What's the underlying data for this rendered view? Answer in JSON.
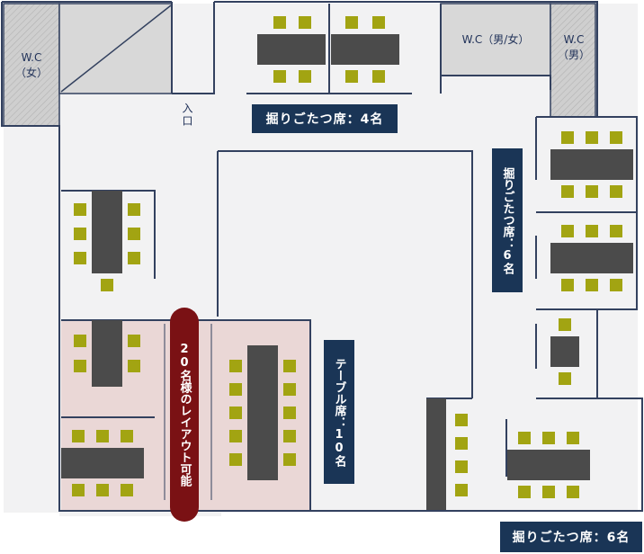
{
  "labels": {
    "wc_female": "W.C\n（女）",
    "wc_unisex": "W.C（男/女）",
    "wc_male": "W.C\n（男）",
    "entrance": "入口",
    "horigotatsu_4": "掘りごたつ席：4名",
    "horigotatsu_6_vertical": "掘りごたつ席：6名",
    "horigotatsu_6_bottom": "掘りごたつ席：6名",
    "table_10": "テーブル席：10名",
    "layout_20": "20名様のレイアウト可能"
  },
  "colors": {
    "floor": "#f2f2f3",
    "wall": "#33415f",
    "table": "#4b4b4b",
    "chair": "#a2a412",
    "navy": "#1a3556",
    "maroon": "#7a1114",
    "pink_zone": "#ead7d6",
    "toilet": "#c8c8c8"
  }
}
